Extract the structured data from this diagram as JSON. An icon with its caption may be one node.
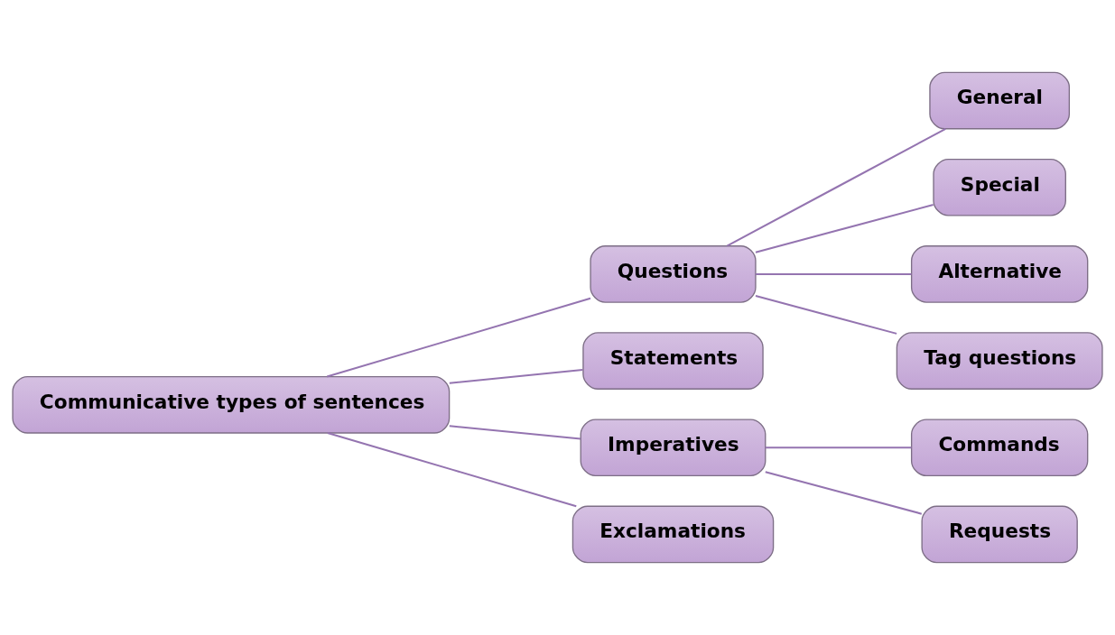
{
  "diagram": {
    "nodes": [
      {
        "text": [
          "Communicative types of sentences"
        ]
      },
      {
        "text": [
          "Questions"
        ]
      },
      {
        "text": [
          "Statements"
        ]
      },
      {
        "text": [
          "Imperatives"
        ]
      },
      {
        "text": [
          "Exclamations"
        ]
      },
      {
        "text": [
          "General"
        ]
      },
      {
        "text": [
          "Special"
        ]
      },
      {
        "text": [
          "Alternative"
        ]
      },
      {
        "text": [
          "Tag questions"
        ]
      },
      {
        "text": [
          "Commands"
        ]
      },
      {
        "text": [
          "Requests"
        ]
      }
    ],
    "edges": [
      {
        "from": 0,
        "to": 1,
        "arrow": "none"
      },
      {
        "from": 0,
        "to": 2,
        "arrow": "none"
      },
      {
        "from": 0,
        "to": 3,
        "arrow": "none"
      },
      {
        "from": 0,
        "to": 4,
        "arrow": "none"
      },
      {
        "from": 1,
        "to": 5,
        "arrow": "none"
      },
      {
        "from": 1,
        "to": 6,
        "arrow": "none"
      },
      {
        "from": 1,
        "to": 7,
        "arrow": "none"
      },
      {
        "from": 1,
        "to": 8,
        "arrow": "none"
      },
      {
        "from": 3,
        "to": 9,
        "arrow": "none"
      },
      {
        "from": 3,
        "to": 10,
        "arrow": "none"
      }
    ]
  }
}
